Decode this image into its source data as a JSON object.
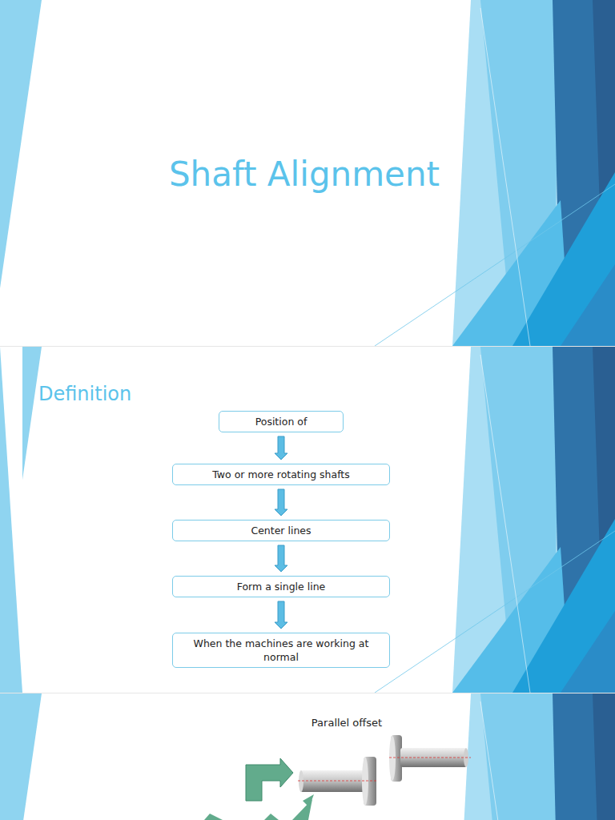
{
  "diagram": {
    "title": "Shaft Alignment",
    "nodes": [
      {
        "text": [
          "Position of"
        ]
      },
      {
        "text": [
          "Two or more rotating shafts"
        ]
      },
      {
        "text": [
          "Center lines"
        ]
      },
      {
        "text": [
          "Form a single line"
        ]
      },
      {
        "text": [
          "When the machines are working at normal"
        ]
      }
    ],
    "edges": [
      {
        "from": 0,
        "to": 1,
        "arrow": "to"
      },
      {
        "from": 1,
        "to": 2,
        "arrow": "to"
      },
      {
        "from": 2,
        "to": 3,
        "arrow": "to"
      },
      {
        "from": 3,
        "to": 4,
        "arrow": "to"
      }
    ],
    "labels": [
      "Definition",
      "Parallel offset"
    ]
  }
}
